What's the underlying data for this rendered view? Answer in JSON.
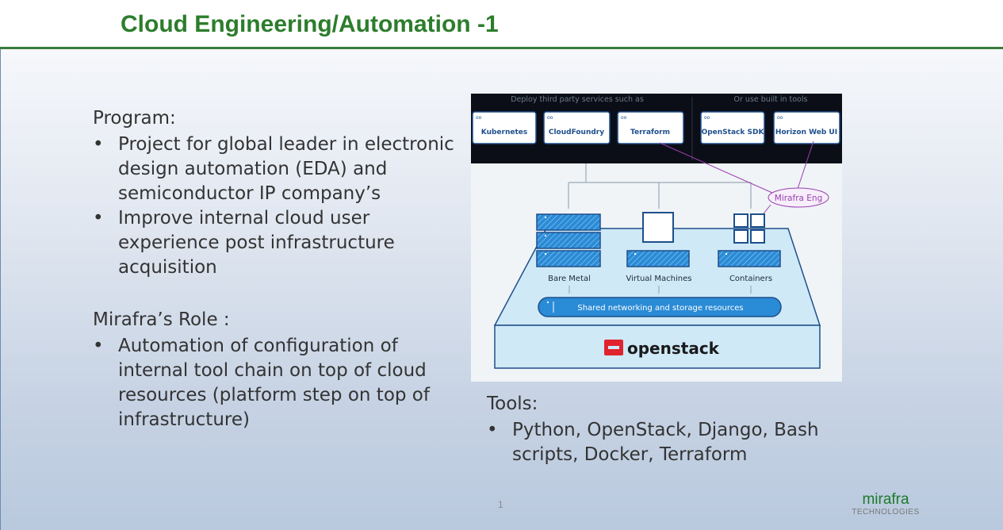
{
  "slide": {
    "title": "Cloud Engineering/Automation -1",
    "page_number": "1"
  },
  "program": {
    "heading": "Program:",
    "bullets": [
      "Project for global leader in electronic design automation (EDA) and semiconductor IP company’s",
      "Improve internal cloud user experience post infrastructure acquisition"
    ]
  },
  "role": {
    "heading": "Mirafra’s Role :",
    "bullets": [
      "Automation of configuration of internal tool chain on top of cloud resources (platform step on top of infrastructure)"
    ]
  },
  "tools": {
    "heading": "Tools:",
    "bullets": [
      "Python, OpenStack, Django, Bash scripts, Docker, Terraform"
    ]
  },
  "diagram": {
    "third_party_caption": "Deploy third party services such as",
    "builtin_caption": "Or use built in tools",
    "services": [
      "Kubernetes",
      "CloudFoundry",
      "Terraform",
      "OpenStack SDK",
      "Horizon Web UI"
    ],
    "callout": "Mirafra Eng",
    "resources": [
      "Bare Metal",
      "Virtual Machines",
      "Containers"
    ],
    "shared_bar": "Shared networking and storage resources",
    "brand": "openstack",
    "colors": {
      "header_bg": "#0b0e16",
      "service_border": "#1e4f8c",
      "server_blue": "#2a8bd6",
      "callout": "#9b3fb0",
      "brand_red": "#e0232e"
    }
  },
  "logo": {
    "name": "mirafra",
    "subtitle": "TECHNOLOGIES",
    "color": "#1d7a2a"
  }
}
